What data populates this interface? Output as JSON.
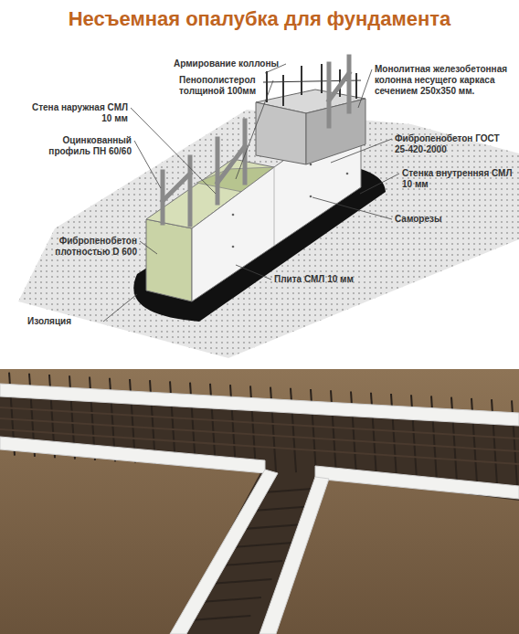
{
  "diagram": {
    "title": "Несъемная опалубка для фундамента",
    "labels": [
      "Армирование коллоны",
      "Пенополистерол толщиной 100мм",
      "Стена наружная СМЛ 10 мм",
      "Оцинкованный профиль ПН 60/60",
      "Фибропенобетон плотностью D 600",
      "Изоляция",
      "Монолитная железобетонная колонна несущего каркаса сечением 250х350 мм.",
      "Фибропенобетон ГОСТ 25-420-2000",
      "Стенка внутренняя СМЛ 10 мм",
      "Саморезы",
      "Плита СМЛ 10 мм"
    ]
  }
}
